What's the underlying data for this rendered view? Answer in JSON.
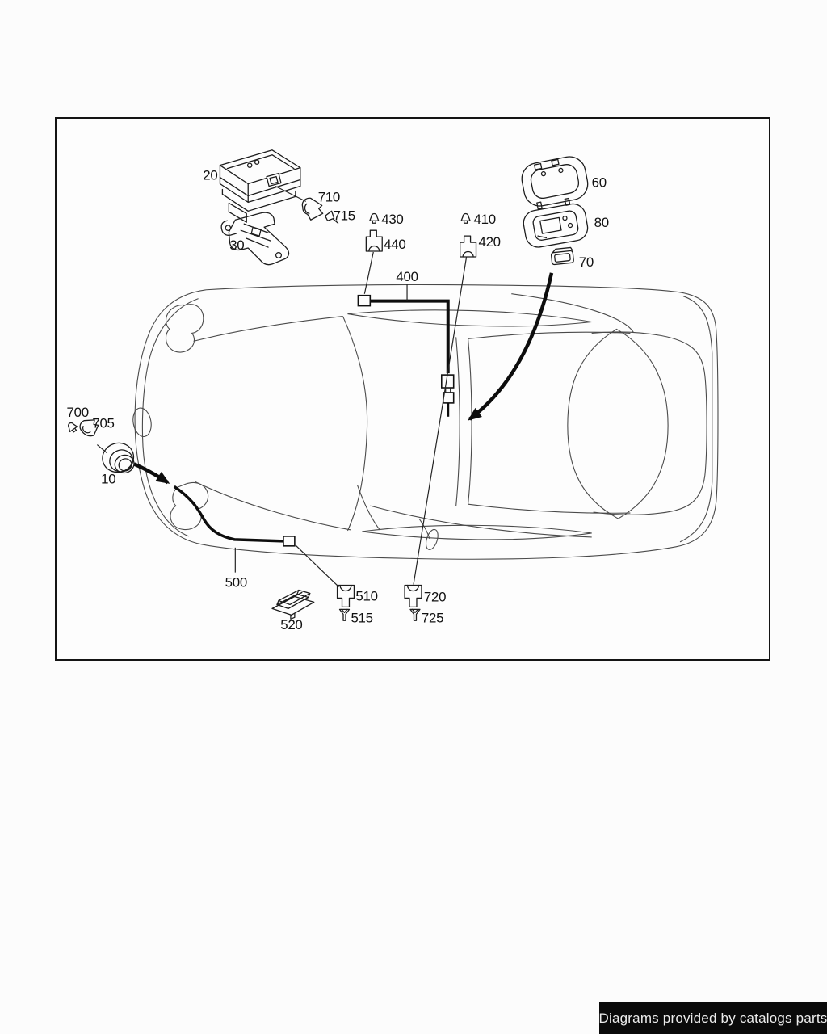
{
  "page": {
    "background_color": "#fcfcfc"
  },
  "footer": {
    "label": "Diagrams provided by catalogs parts",
    "background_color": "#0a0a0a",
    "text_color": "#ececec"
  },
  "diagram": {
    "kind": "vehicle-parts-exploded-diagram",
    "subject": "car top view with interior lamp wiring harness parts",
    "frame_border_color": "#141414",
    "sketch_line_color": "#4a4a4a",
    "ink_line_color": "#1c1c1c",
    "cable_color": "#0d0d0d",
    "callouts": {
      "c10": "10",
      "c20": "20",
      "c30": "30",
      "c60": "60",
      "c70": "70",
      "c80": "80",
      "c400": "400",
      "c410": "410",
      "c420": "420",
      "c430": "430",
      "c440": "440",
      "c500": "500",
      "c510": "510",
      "c515": "515",
      "c520": "520",
      "c700": "700",
      "c705": "705",
      "c710": "710",
      "c715": "715",
      "c720": "720",
      "c725": "725"
    }
  }
}
